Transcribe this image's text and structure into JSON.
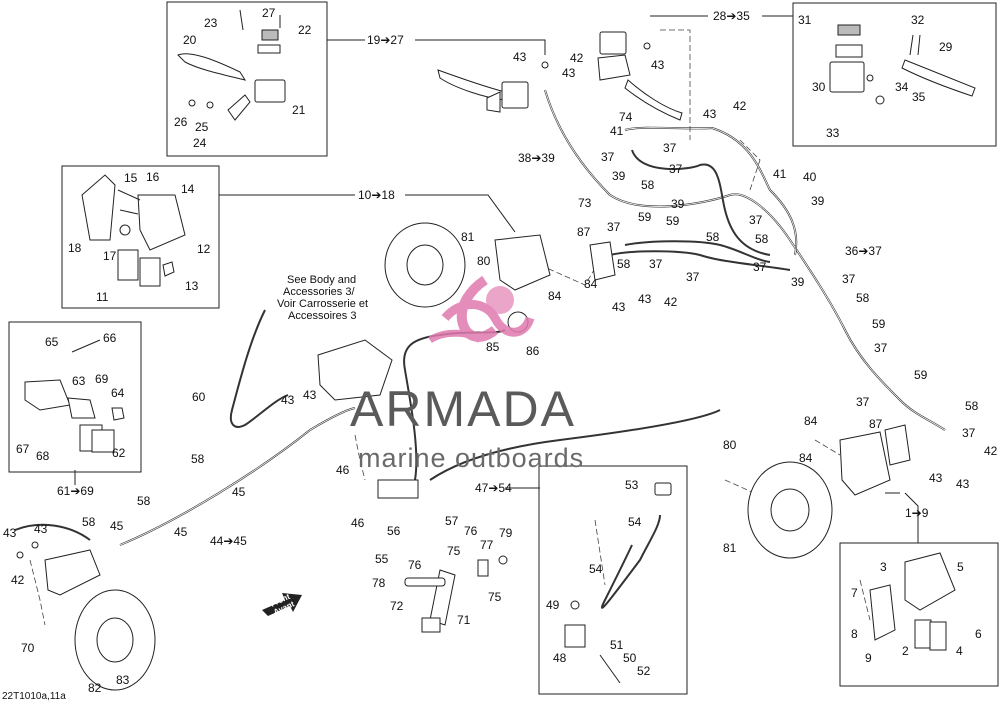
{
  "watermark": {
    "title": "ARMADA",
    "subtitle": "marine outboards",
    "accent_color": "#e07ab0"
  },
  "reference": "22T1010a,11a",
  "note": {
    "line1": "See Body and",
    "line2": "Accessories 3/",
    "line3": "Voir Carrosserie et",
    "line4": "Accessoires 3"
  },
  "front_arrow": {
    "line1": "Front",
    "line2": "Avant"
  },
  "ranges": {
    "r19_27": "19➔27",
    "r28_35": "28➔35",
    "r10_18": "10➔18",
    "r38_39": "38➔39",
    "r36_37": "36➔37",
    "r61_69": "61➔69",
    "r44_45": "44➔45",
    "r47_54": "47➔54",
    "r1_9": "1➔9"
  },
  "labels": {
    "n1": "1",
    "n2": "2",
    "n3": "3",
    "n4": "4",
    "n5": "5",
    "n6": "6",
    "n7": "7",
    "n8": "8",
    "n9": "9",
    "n11": "11",
    "n12": "12",
    "n13": "13",
    "n14": "14",
    "n15": "15",
    "n16": "16",
    "n17": "17",
    "n18": "18",
    "n20": "20",
    "n21": "21",
    "n22": "22",
    "n23": "23",
    "n24": "24",
    "n25": "25",
    "n26": "26",
    "n27": "27",
    "n29": "29",
    "n30": "30",
    "n31": "31",
    "n32": "32",
    "n33": "33",
    "n34": "34",
    "n35": "35",
    "n37": "37",
    "n39": "39",
    "n40": "40",
    "n41": "41",
    "n42": "42",
    "n43": "43",
    "n45": "45",
    "n46": "46",
    "n48": "48",
    "n49": "49",
    "n50": "50",
    "n51": "51",
    "n52": "52",
    "n53": "53",
    "n54": "54",
    "n55": "55",
    "n56": "56",
    "n57": "57",
    "n58": "58",
    "n59": "59",
    "n60": "60",
    "n62": "62",
    "n63": "63",
    "n64": "64",
    "n65": "65",
    "n66": "66",
    "n67": "67",
    "n68": "68",
    "n69": "69",
    "n70": "70",
    "n71": "71",
    "n72": "72",
    "n73": "73",
    "n74": "74",
    "n75": "75",
    "n76": "76",
    "n77": "77",
    "n78": "78",
    "n79": "79",
    "n80": "80",
    "n81": "81",
    "n82": "82",
    "n83": "83",
    "n84": "84",
    "n85": "85",
    "n86": "86",
    "n87": "87"
  }
}
